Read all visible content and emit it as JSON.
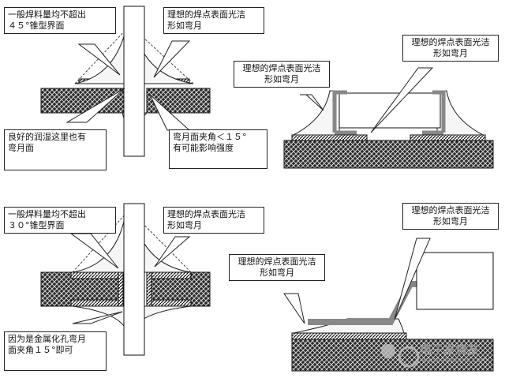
{
  "labels": {
    "top_left_upper": "一般焊料量均不超出\n４５°锥型界面",
    "top_mid_upper": "理想的焊点表面光洁\n形如弯月",
    "top_right": "理想的焊点表面光洁\n形如弯月",
    "top_left_lower": "良好的润湿这里也有\n弯月面",
    "top_mid_lower": "弯月面夹角＜１５°\n有可能影响强度",
    "bottom_left_upper": "一般焊料量均不超出\n３０°锥型界面",
    "bottom_mid_upper": "理想的焊点表面光洁\n形如弯月",
    "bottom_right_upper": "理想的焊点表面光洁\n形如弯月",
    "bottom_right_lower": "理想的焊点表面光洁\n形如弯月",
    "bottom_left_lower": "因为是金属化孔弯月\n面夹角１５°即可"
  },
  "watermark": {
    "brand": "电子发烧友",
    "url": "www.elecfans.com"
  },
  "colors": {
    "line": "#222222",
    "pad": "#2a2a2a",
    "lead": "#888888",
    "solder": "#f4f4f4"
  }
}
